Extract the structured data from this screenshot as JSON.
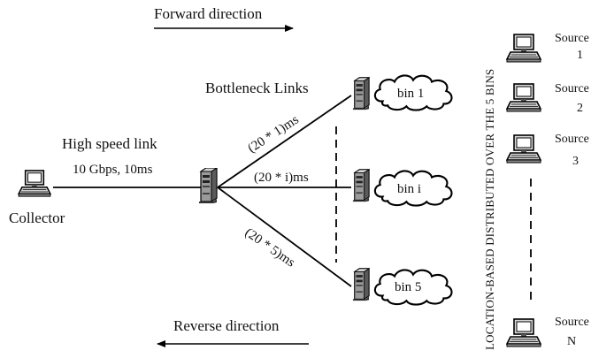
{
  "labels": {
    "forward": "Forward direction",
    "reverse": "Reverse direction",
    "bottleneck": "Bottleneck Links",
    "high_speed": "High speed link",
    "high_speed_params": "10 Gbps, 10ms",
    "collector": "Collector",
    "side_text": "LOCATION-BASED DISTRIBUTED OVER THE 5 BINS"
  },
  "links": {
    "top": "(20 * 1)ms",
    "middle": "(20 * i)ms",
    "bottom": "(20 * 5)ms"
  },
  "bins": {
    "top": "bin 1",
    "middle": "bin i",
    "bottom": "bin 5"
  },
  "sources": [
    {
      "word": "Source",
      "num": "1"
    },
    {
      "word": "Source",
      "num": "2"
    },
    {
      "word": "Source",
      "num": "3"
    },
    {
      "word": "Source",
      "num": "N"
    }
  ],
  "icons": {
    "computer": "computer-icon",
    "server": "server-tower-icon",
    "cloud": "cloud-icon",
    "arrow": "arrow-icon"
  }
}
